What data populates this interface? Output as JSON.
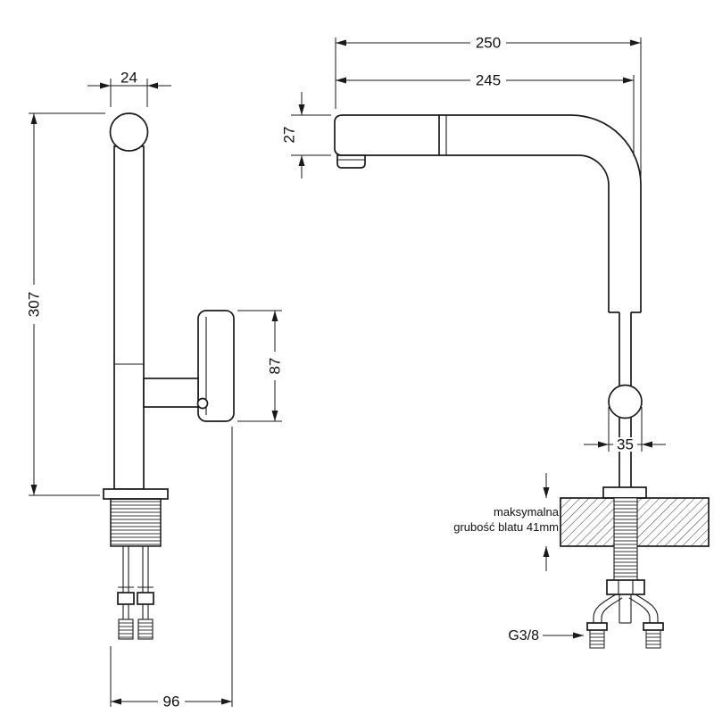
{
  "colors": {
    "line": "#1a1a1a",
    "background": "#ffffff",
    "hatch": "#3a3a3a"
  },
  "side_view": {
    "dim_spout_cap_diameter": "24",
    "dim_total_height": "307",
    "dim_handle_length": "87",
    "dim_base_depth": "96"
  },
  "front_view": {
    "dim_overall_width": "250",
    "dim_spout_reach": "245",
    "dim_spout_height": "27",
    "dim_handle_width": "35",
    "counter_note_line1": "maksymalna",
    "counter_note_line2": "grubość blatu 41mm",
    "thread_label": "G3/8"
  }
}
